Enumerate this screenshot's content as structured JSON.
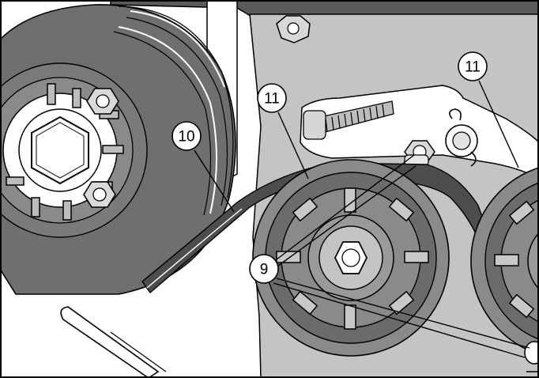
{
  "callouts": {
    "pulley_left_label": "10",
    "idler_center_label": "11",
    "idler_right_label": "11",
    "bolts_label": "9"
  },
  "colors": {
    "pulley_dark": "#6b6b6b",
    "pulley_mid": "#8a8a8a",
    "plate_light": "#c9c9c9",
    "belt": "#4a4a4a",
    "line": "#000000",
    "background": "#ffffff"
  }
}
